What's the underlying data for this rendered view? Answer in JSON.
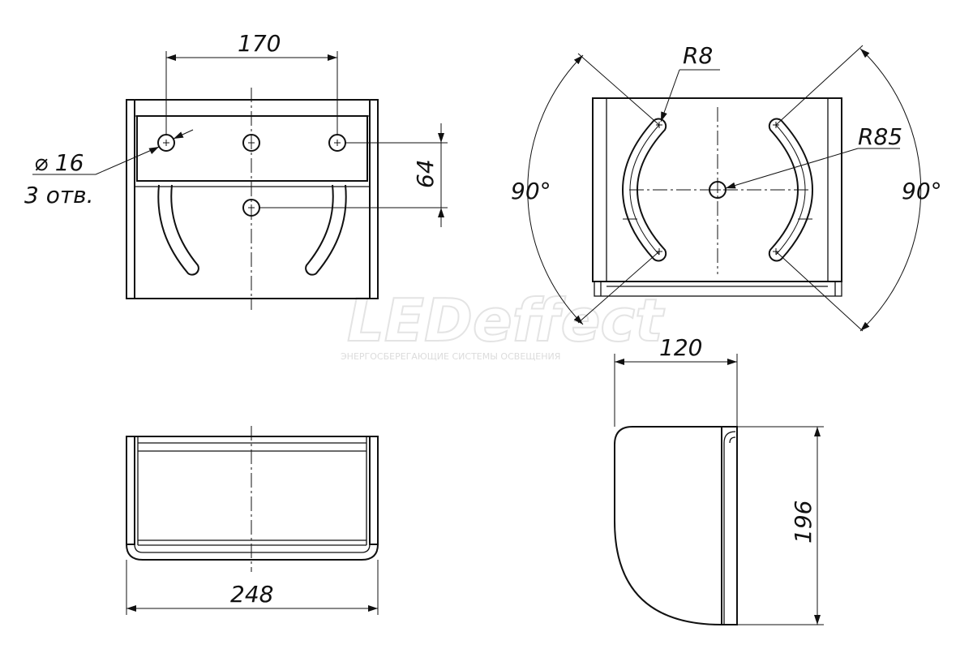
{
  "drawing": {
    "top_view": {
      "dim_hole_spacing": "170",
      "dim_hole_offset": "64",
      "hole_diameter": "⌀ 16",
      "hole_count": "3 отв."
    },
    "side_view": {
      "dim_slot_radius": "R8",
      "dim_arc_radius": "R85",
      "dim_angle_left": "90°",
      "dim_angle_right": "90°"
    },
    "front_view": {
      "dim_width": "248"
    },
    "profile_view": {
      "dim_depth": "120",
      "dim_height": "196"
    }
  },
  "watermark": {
    "brand": "LEDeffect",
    "tagline": "ЭНЕРГОСБЕРЕГАЮЩИЕ СИСТЕМЫ ОСВЕЩЕНИЯ"
  }
}
